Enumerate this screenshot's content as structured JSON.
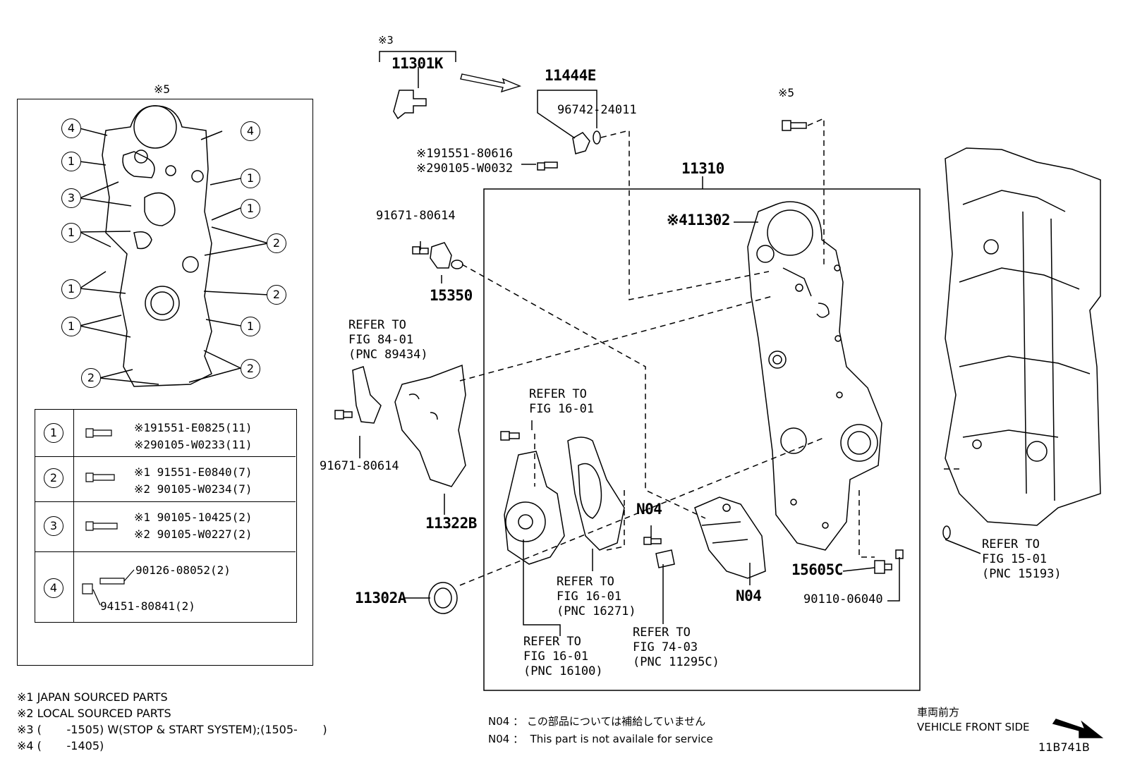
{
  "diagram_id": "11B741B",
  "inset": {
    "note_mark": "※5",
    "callouts": [
      "4",
      "1",
      "3",
      "1",
      "1",
      "1",
      "2",
      "4",
      "1",
      "1",
      "2",
      "2",
      "1",
      "2"
    ],
    "legend": [
      {
        "num": "1",
        "lines": [
          "※191551-E0825(11)",
          "※290105-W0233(11)"
        ]
      },
      {
        "num": "2",
        "lines": [
          "※1 91551-E0840(7)",
          "※2 90105-W0234(7)"
        ]
      },
      {
        "num": "3",
        "lines": [
          "※1 90105-10425(2)",
          "※2 90105-W0227(2)"
        ]
      },
      {
        "num": "4",
        "lines": [
          "90126-08052(2)",
          "94151-80841(2)"
        ]
      }
    ]
  },
  "parts": {
    "p11301k_mark": "※3",
    "p11301k": "11301K",
    "p11444e": "11444E",
    "p96742": "96742-24011",
    "p191551": "※191551-80616",
    "p290105": "※290105-W0032",
    "p11310": "11310",
    "p5mark": "※5",
    "p11302": "※411302",
    "p91671a": "91671-80614",
    "p15350": "15350",
    "p91671b": "91671-80614",
    "p11322b": "11322B",
    "pn04a": "N04",
    "pn04b": "N04",
    "p15605c": "15605C",
    "p90110": "90110-06040",
    "p11302a": "11302A"
  },
  "refs": {
    "r1": "REFER TO\nFIG 84-01\n(PNC 89434)",
    "r2": "REFER TO\nFIG 16-01",
    "r3": "REFER TO\nFIG 16-01\n(PNC 16271)",
    "r4": "REFER TO\nFIG 16-01\n(PNC 16100)",
    "r5": "REFER TO\nFIG 74-03\n(PNC 11295C)",
    "r6": "REFER TO\nFIG 15-01\n(PNC 15193)"
  },
  "notes": [
    "※1 JAPAN SOURCED PARTS",
    "※2 LOCAL SOURCED PARTS",
    "※3 (       -1505) W(STOP & START SYSTEM);(1505-       )",
    "※4 (       -1405)"
  ],
  "n04_notes": [
    "N04 ： この部品については補給していません",
    "N04 ：  This part is not availale for service"
  ],
  "front": {
    "jp": "車両前方",
    "en": "VEHICLE FRONT SIDE"
  }
}
